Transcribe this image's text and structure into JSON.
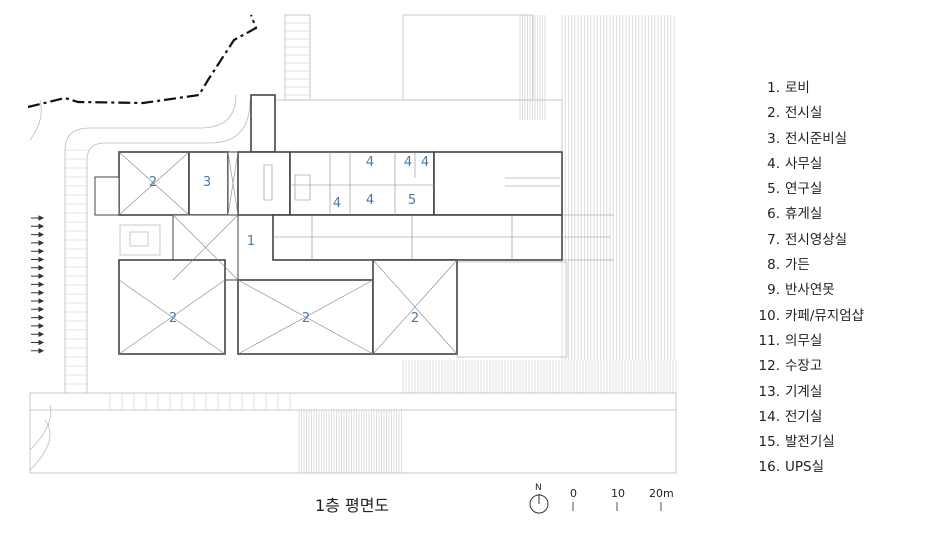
{
  "drawing": {
    "title": "1층 평면도",
    "north_label": "N",
    "scale_labels": [
      "0",
      "10",
      "20m"
    ],
    "room_label_color": "#4a7aa8",
    "room_labels": [
      {
        "label": "2"
      },
      {
        "label": "3"
      },
      {
        "label": "4"
      },
      {
        "label": "4"
      },
      {
        "label": "4"
      },
      {
        "label": "4"
      },
      {
        "label": "4"
      },
      {
        "label": "5"
      },
      {
        "label": "1"
      },
      {
        "label": "2"
      },
      {
        "label": "2"
      },
      {
        "label": "2"
      }
    ]
  },
  "legend": [
    {
      "num": "1.",
      "name": "로비"
    },
    {
      "num": "2.",
      "name": "전시실"
    },
    {
      "num": "3.",
      "name": "전시준비실"
    },
    {
      "num": "4.",
      "name": "사무실"
    },
    {
      "num": "5.",
      "name": "연구실"
    },
    {
      "num": "6.",
      "name": "휴게실"
    },
    {
      "num": "7.",
      "name": "전시영상실"
    },
    {
      "num": "8.",
      "name": "가든"
    },
    {
      "num": "9.",
      "name": "반사연못"
    },
    {
      "num": "10.",
      "name": "카페/뮤지엄샵"
    },
    {
      "num": "11.",
      "name": "의무실"
    },
    {
      "num": "12.",
      "name": "수장고"
    },
    {
      "num": "13.",
      "name": "기계실"
    },
    {
      "num": "14.",
      "name": "전기실"
    },
    {
      "num": "15.",
      "name": "발전기실"
    },
    {
      "num": "16.",
      "name": "UPS실"
    }
  ]
}
